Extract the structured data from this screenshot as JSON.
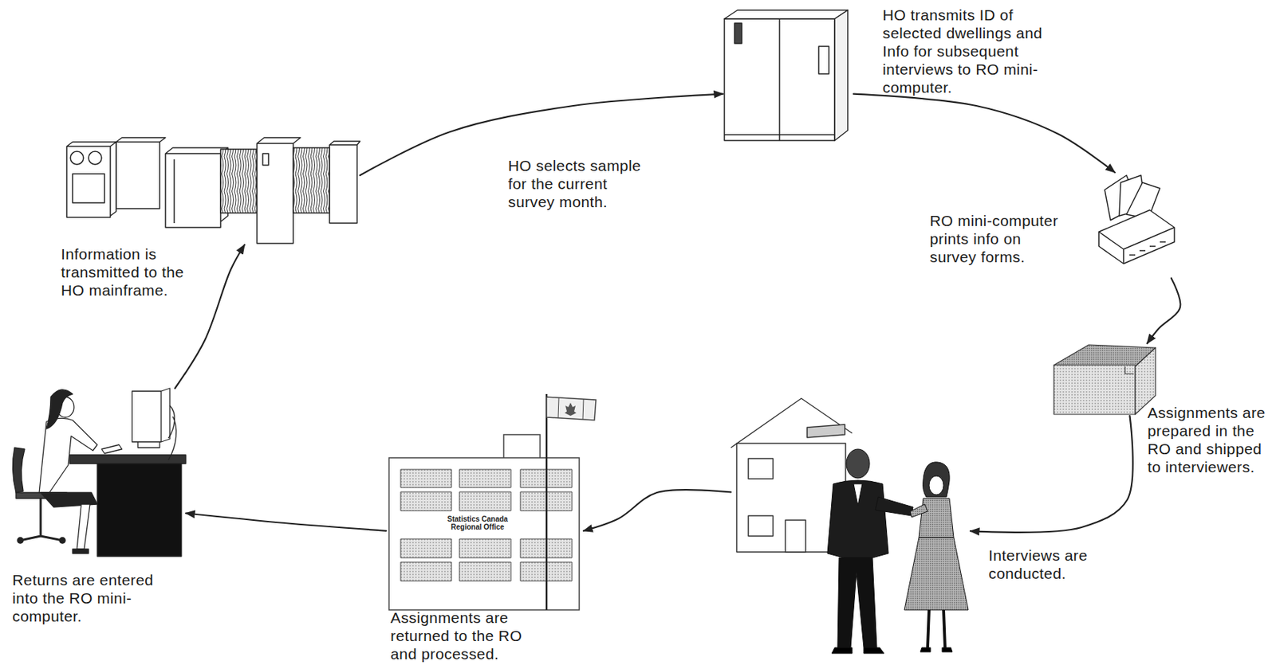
{
  "diagram": {
    "nodes": [
      {
        "text": [
          "Information is transmitted to the HO mainframe."
        ]
      },
      {
        "text": [
          "HO transmits ID of selected dwellings and Info for subsequent interviews to RO mini-computer."
        ]
      },
      {
        "text": [
          "RO mini-computer prints info on survey forms."
        ]
      },
      {
        "text": [
          "Assignments are prepared in the RO and shipped to interviewers."
        ]
      },
      {
        "text": [
          "Interviews are conducted."
        ]
      },
      {
        "text": [
          "Statistics Canada Regional Office",
          "Assignments are returned to the RO and processed."
        ]
      },
      {
        "text": [
          "Returns are entered into the RO mini-computer."
        ]
      }
    ],
    "edges": [
      {
        "from": 0,
        "to": 1,
        "arrow": "to",
        "label": "HO selects sample for the current survey month."
      },
      {
        "from": 1,
        "to": 2,
        "arrow": "to"
      },
      {
        "from": 2,
        "to": 3,
        "arrow": "to"
      },
      {
        "from": 3,
        "to": 4,
        "arrow": "to"
      },
      {
        "from": 4,
        "to": 5,
        "arrow": "to"
      },
      {
        "from": 5,
        "to": 6,
        "arrow": "to"
      },
      {
        "from": 6,
        "to": 0,
        "arrow": "to"
      }
    ]
  }
}
